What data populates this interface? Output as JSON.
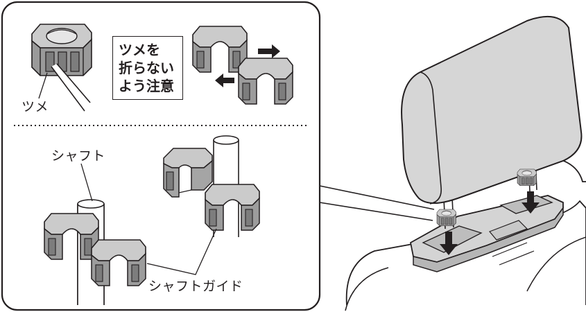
{
  "labels": {
    "tab": "ツメ",
    "shaft": "シャフト",
    "shaft_guide": "シャフトガイド"
  },
  "warning": {
    "line1": "ツメを",
    "line2": "折らない",
    "line3": "よう注意"
  },
  "colors": {
    "line": "#231f20",
    "part_light": "#c9c9c9",
    "part_dark": "#8f8f8f",
    "part_mid": "#adadad",
    "arrow": "#231f20"
  }
}
